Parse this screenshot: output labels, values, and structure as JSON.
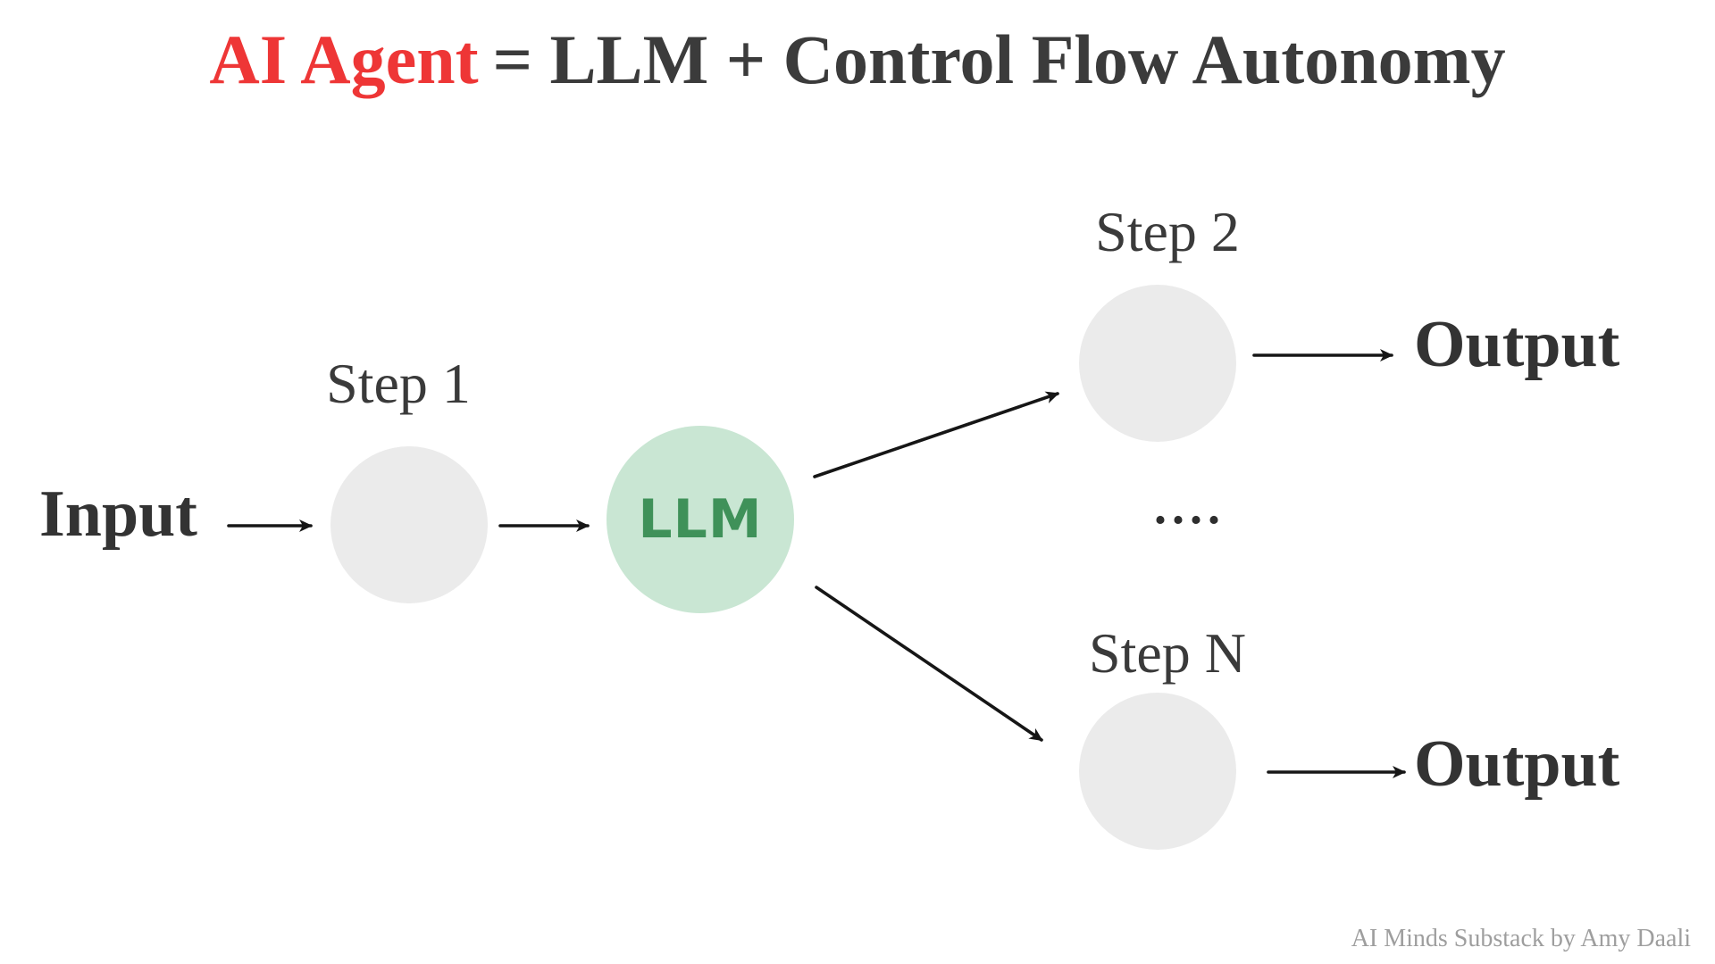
{
  "title": {
    "highlight": "AI Agent",
    "rest": "= LLM + Control Flow Autonomy"
  },
  "diagram": {
    "input_label": "Input",
    "ellipsis": "....",
    "nodes": {
      "step1": {
        "label": "Step 1"
      },
      "llm": {
        "label": "LLM"
      },
      "step2": {
        "label": "Step 2"
      },
      "stepN": {
        "label": "Step N"
      }
    },
    "outputs": {
      "top": "Output",
      "bottom": "Output"
    }
  },
  "footer": {
    "credit": "AI Minds Substack by Amy Daali"
  },
  "colors": {
    "accent_red": "#ee3636",
    "title_dark": "#3b3b3b",
    "node_gray": "#ebebeb",
    "llm_fill": "#c9e6d3",
    "llm_text_green": "#3f9159",
    "arrow_black": "#161616",
    "footer_gray": "#9e9e9e",
    "background": "#ffffff"
  }
}
